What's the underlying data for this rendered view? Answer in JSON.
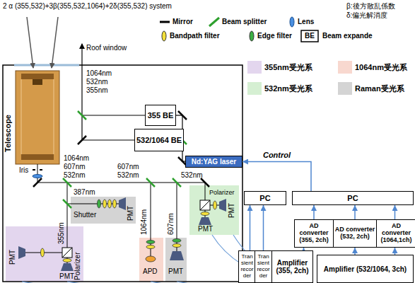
{
  "diagram": {
    "title": "2 α (355,532)+3β(355,532,1064)+2δ(355,532) system",
    "nodes": [
      {
        "text": [
          "Telescope"
        ]
      },
      {
        "text": [
          "355 BE"
        ]
      },
      {
        "text": [
          "532/1064 BE"
        ]
      },
      {
        "text": [
          "Nd:YAG laser"
        ]
      },
      {
        "text": [
          "PC"
        ]
      },
      {
        "text": [
          "PC"
        ]
      },
      {
        "text": [
          "AD converter (355, 2ch)"
        ]
      },
      {
        "text": [
          "AD converter (532, 2ch)"
        ]
      },
      {
        "text": [
          "AD converter (1064,1ch)"
        ]
      },
      {
        "text": [
          "Transient recorder"
        ]
      },
      {
        "text": [
          "Transient recorder"
        ]
      },
      {
        "text": [
          "Amplifier (355, 2ch)"
        ]
      },
      {
        "text": [
          "Amplifier (532/1064, 3ch)"
        ]
      }
    ],
    "edges": [
      {
        "from": 9,
        "to": 4,
        "arrow": "to"
      },
      {
        "from": 10,
        "to": 4,
        "arrow": "to"
      },
      {
        "from": 11,
        "to": 6,
        "arrow": "to"
      },
      {
        "from": 12,
        "to": 7,
        "arrow": "to"
      },
      {
        "from": 12,
        "to": 8,
        "arrow": "to"
      },
      {
        "from": 6,
        "to": 5,
        "arrow": "to"
      },
      {
        "from": 7,
        "to": 5,
        "arrow": "to"
      },
      {
        "from": 8,
        "to": 5,
        "arrow": "to"
      },
      {
        "from": 5,
        "to": 3,
        "arrow": "to",
        "label": "Control"
      }
    ],
    "labels": [
      "β:後方散乱係数",
      "δ:偏光解消度",
      "Roof window",
      "1064nm",
      "532nm",
      "355nm",
      "Iris",
      "1064nm",
      "607nm",
      "532nm",
      "607nm",
      "532nm",
      "532nm",
      "387nm",
      "355nm",
      "Shutter",
      "PMT",
      "1064nm",
      "607nm",
      "APD",
      "PMT",
      "Polarizer",
      "PMT",
      "PMT",
      "PMT",
      "Polarizer",
      "PMT",
      "BE"
    ],
    "legend": [
      {
        "text": "Mirror"
      },
      {
        "text": "Beam splitter"
      },
      {
        "text": "Lens"
      },
      {
        "text": "Bandpath filter"
      },
      {
        "text": "Edge filter"
      },
      {
        "text": "Beam expande"
      },
      {
        "text": "355nm受光系",
        "color": "#e3d6ee"
      },
      {
        "text": "1064nm受光系",
        "color": "#f8d8cf"
      },
      {
        "text": "532nm受光系",
        "color": "#d5efd2"
      },
      {
        "text": "Raman受光系",
        "color": "#d4d4d4"
      }
    ]
  }
}
